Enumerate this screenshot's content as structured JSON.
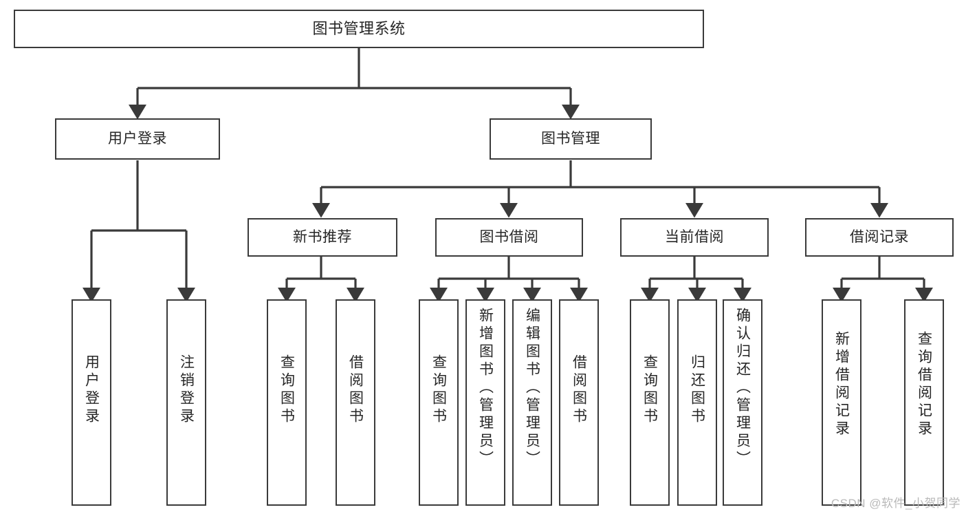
{
  "diagram": {
    "type": "tree-hierarchy-chart",
    "title": "图书管理系统",
    "edge_color": "#3a3a3a",
    "box_border_color": "#3a3a3a",
    "box_fill_color": "#ffffff",
    "text_color": "#262626",
    "levels": {
      "root": {
        "label": "图书管理系统"
      },
      "level2": [
        {
          "id": "user-login",
          "label": "用户登录"
        },
        {
          "id": "book-management",
          "label": "图书管理"
        }
      ],
      "level3": [
        {
          "id": "new-book-recommend",
          "label": "新书推荐"
        },
        {
          "id": "book-borrow",
          "label": "图书借阅"
        },
        {
          "id": "current-borrow",
          "label": "当前借阅"
        },
        {
          "id": "borrow-record",
          "label": "借阅记录"
        }
      ],
      "leaves": {
        "user_login": [
          {
            "id": "leaf-user-login",
            "label": "用户登录"
          },
          {
            "id": "leaf-user-logout",
            "label": "注销登录"
          }
        ],
        "new_book_recommend": [
          {
            "id": "leaf-query-book-1",
            "label": "查询图书"
          },
          {
            "id": "leaf-borrow-book-1",
            "label": "借阅图书"
          }
        ],
        "book_borrow": [
          {
            "id": "leaf-query-book-2",
            "label": "查询图书"
          },
          {
            "id": "leaf-add-book",
            "label": "新增图书（管理员）"
          },
          {
            "id": "leaf-edit-book",
            "label": "编辑图书（管理员）"
          },
          {
            "id": "leaf-borrow-book-2",
            "label": "借阅图书"
          }
        ],
        "current_borrow": [
          {
            "id": "leaf-query-book-3",
            "label": "查询图书"
          },
          {
            "id": "leaf-return-book",
            "label": "归还图书"
          },
          {
            "id": "leaf-confirm-return",
            "label": "确认归还（管理员）"
          }
        ],
        "borrow_record": [
          {
            "id": "leaf-add-borrow-record",
            "label": "新增借阅记录"
          },
          {
            "id": "leaf-query-borrow-record",
            "label": "查询借阅记录"
          }
        ]
      }
    }
  },
  "watermark": {
    "text": "CSDN @软件_小贺同学"
  }
}
